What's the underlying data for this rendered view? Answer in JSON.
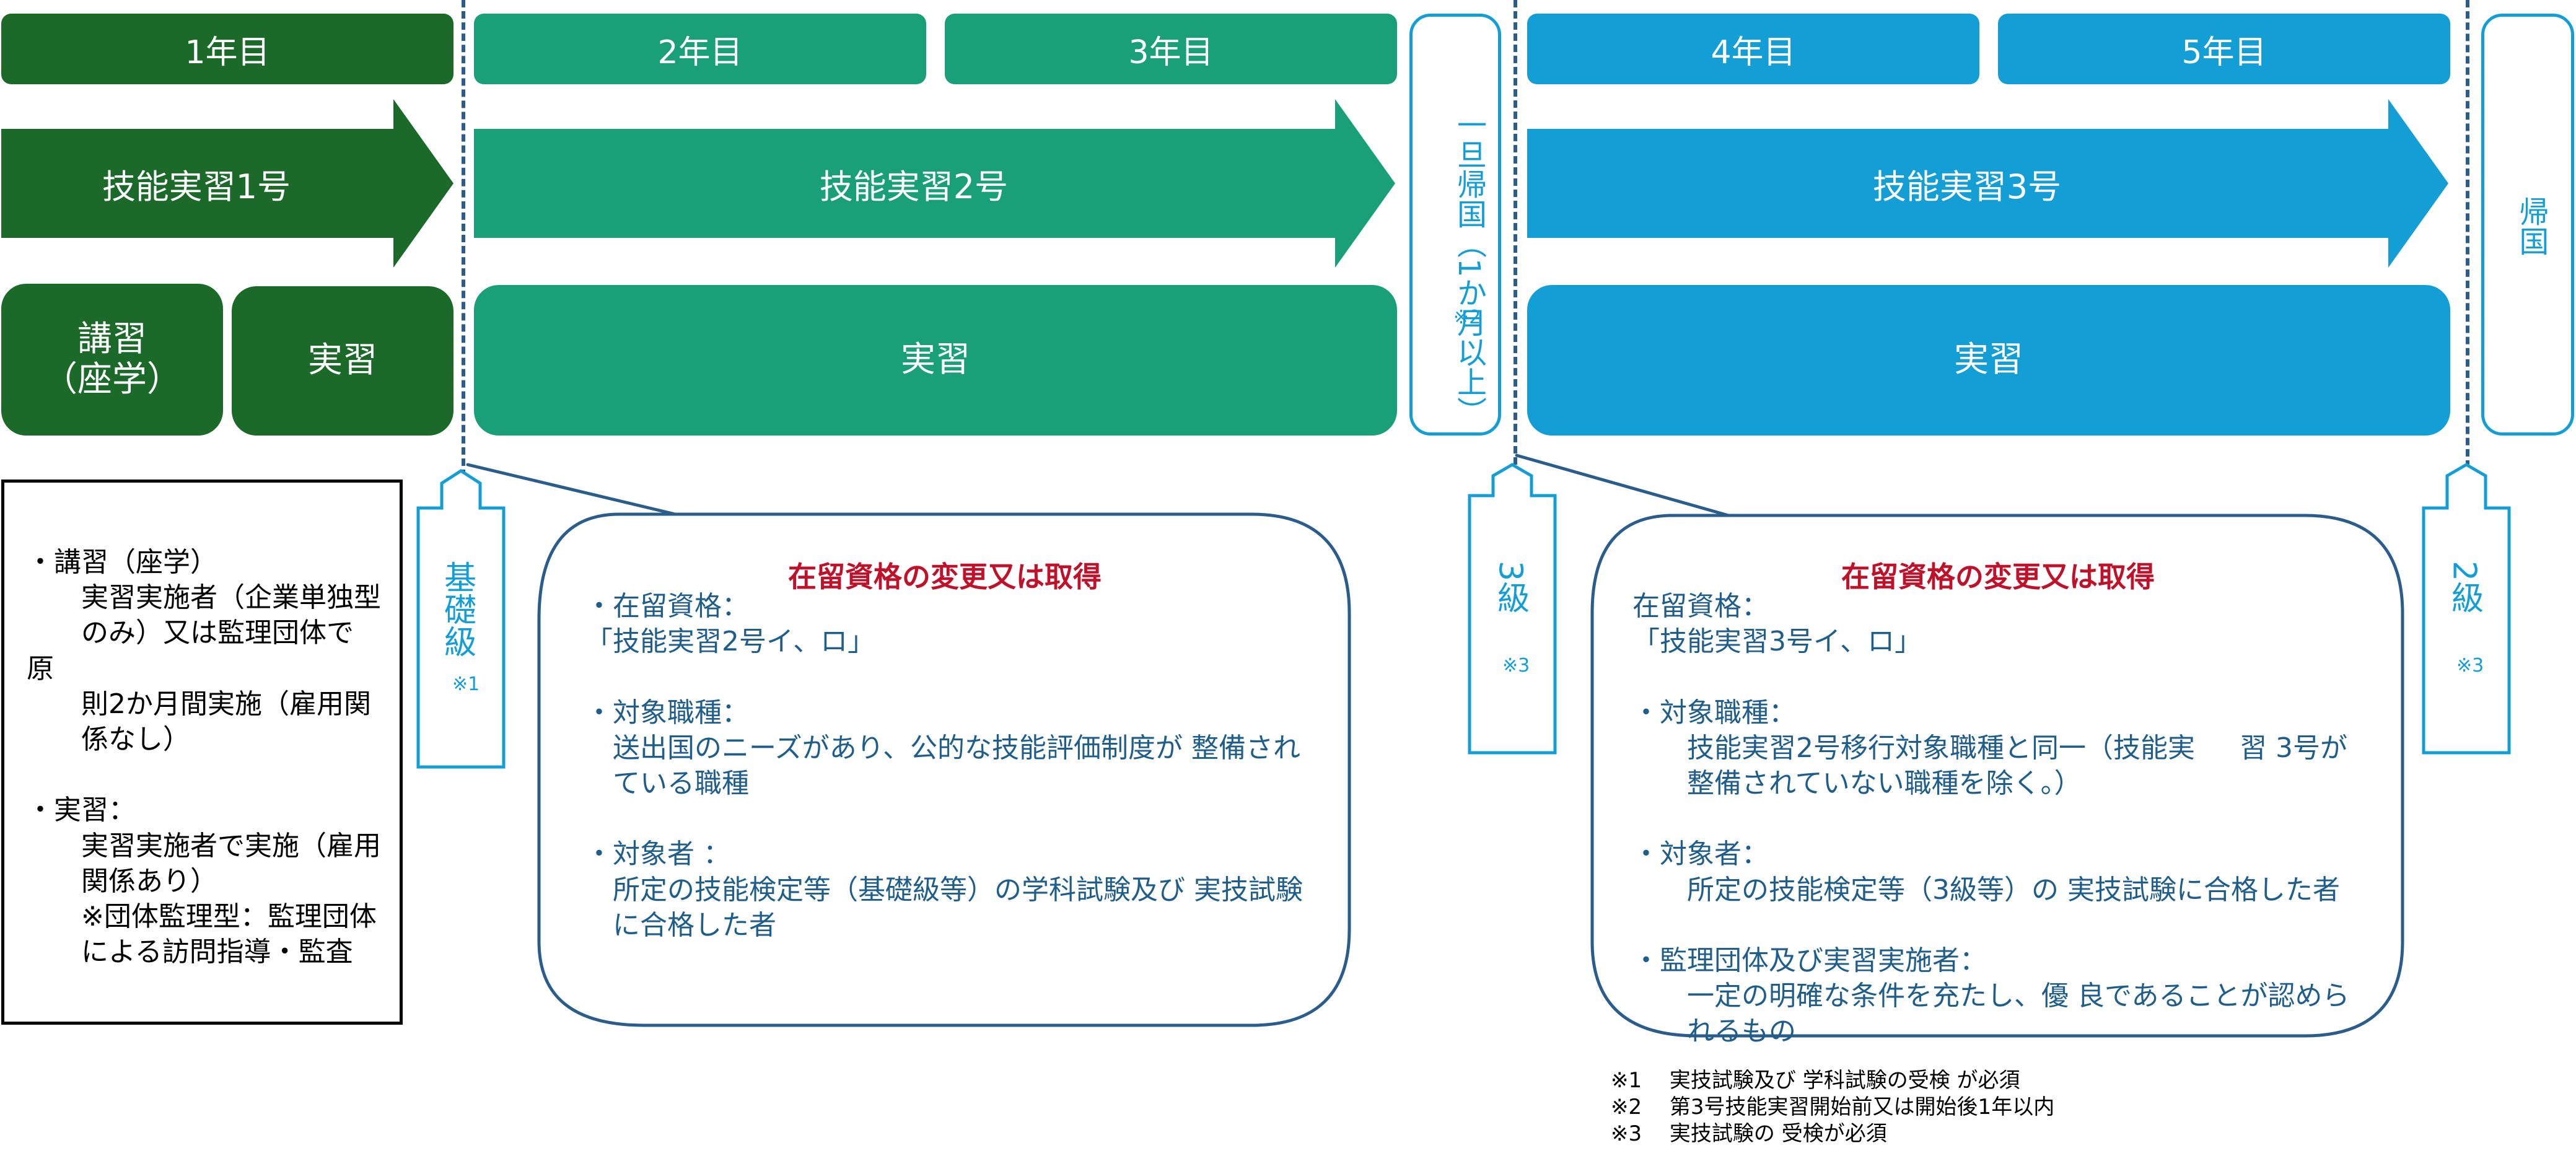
{
  "colors": {
    "dark_green": "#1b6a2a",
    "green": "#19a078",
    "blue": "#139fd5",
    "red_title": "#c0112a",
    "note_text": "#1f5d8a"
  },
  "years": {
    "y1": "1年目",
    "y2": "2年目",
    "y3": "3年目",
    "y4": "4年目",
    "y5": "5年目"
  },
  "stages": {
    "s1": "技能実習1号",
    "s2": "技能実習2号",
    "s3": "技能実習3号"
  },
  "training": {
    "lecture": "講習\n（座学）",
    "practice1": "実習",
    "practice2": "実習",
    "practice3": "実習"
  },
  "temp_return": {
    "text": "一旦帰国（1か月以上）",
    "mark": "※2"
  },
  "return_home": "帰国",
  "left_note": "・講習（座学）\n　　実習実施者（企業単独型\n　　のみ）又は監理団体で 原\n　　則2か月間実施（雇用関\n　　係なし）\n\n・実習：\n　　実習実施者で実施（雇用\n　　関係あり）\n　　※団体監理型：監理団体\n　　による訪問指導・監査",
  "exams": {
    "e1": {
      "label": "基礎級",
      "mark": "※1"
    },
    "e2": {
      "label": "3級",
      "mark": "※3"
    },
    "e3": {
      "label": "2級",
      "mark": "※3"
    }
  },
  "callout1": {
    "title": "在留資格の変更又は取得",
    "body": "・在留資格：\n「技能実習2号イ、ロ」\n\n・対象職種：\n　送出国のニーズがあり、公的な技能評価制度が 整備され\n　ている職種\n\n・対象者 ：\n　所定の技能検定等（基礎級等）の学科試験及び 実技試験\n　に合格した者"
  },
  "callout2": {
    "title": "在留資格の変更又は取得",
    "body": "在留資格：\n「技能実習3号イ、ロ」\n\n・対象職種：\n　　技能実習2号移行対象職種と同一（技能実　  習 3号が\n　　整備されていない職種を除く。）\n\n・対象者：\n　　所定の技能検定等（3級等）の 実技試験に合格した者\n\n・監理団体及び実習実施者：\n　　一定の明確な条件を充たし、優 良であることが認めら\n　　れるもの"
  },
  "footnotes": {
    "n1": "※1　 実技試験及び 学科試験の受検 が必須",
    "n2": "※2　 第3号技能実習開始前又は開始後1年以内",
    "n3": "※3　 実技試験の 受検が必須"
  }
}
